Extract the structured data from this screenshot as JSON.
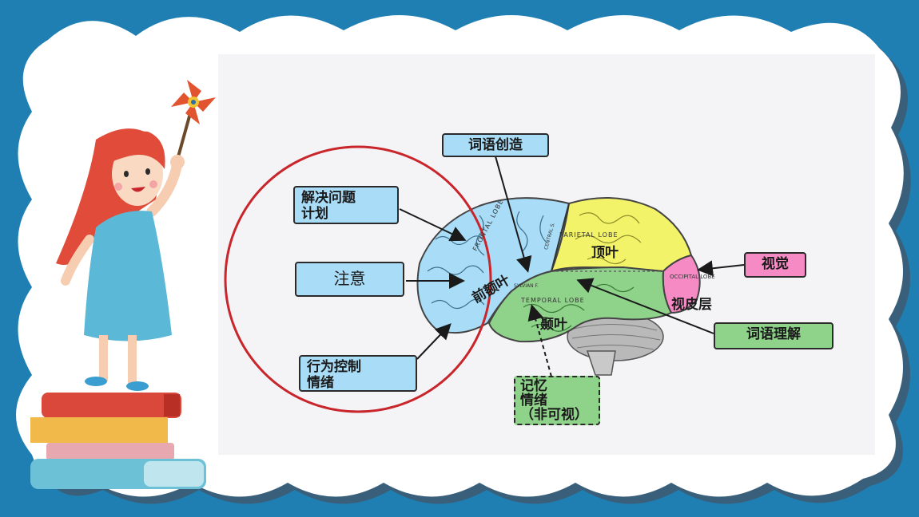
{
  "labels": {
    "problem_solving": [
      "解决问题",
      "计划"
    ],
    "attention": "注意",
    "behavior_control": [
      "行为控制",
      "情绪"
    ],
    "word_creation": "词语创造",
    "vision": "视觉",
    "word_understanding": "词语理解",
    "memory": [
      "记忆",
      "情绪",
      "（非可视）"
    ]
  },
  "lobes": {
    "frontal": "前额叶",
    "parietal": "顶叶",
    "occipital": "视皮层",
    "temporal": "颞叶"
  },
  "latin": {
    "frontal": "FRONTAL LOBE",
    "parietal": "PARIETAL LOBE",
    "occipital": "OCCIPITAL LOBE",
    "temporal": "TEMPORAL LOBE",
    "sylvian": "SYLVIAN F.",
    "central": "CENTRAL S."
  },
  "colors": {
    "background": "#1f7fb3",
    "frontal": "#a9dcf7",
    "parietal": "#f3f36a",
    "occipital": "#f58ac4",
    "temporal": "#8fd28a",
    "circle": "#c8262b"
  }
}
